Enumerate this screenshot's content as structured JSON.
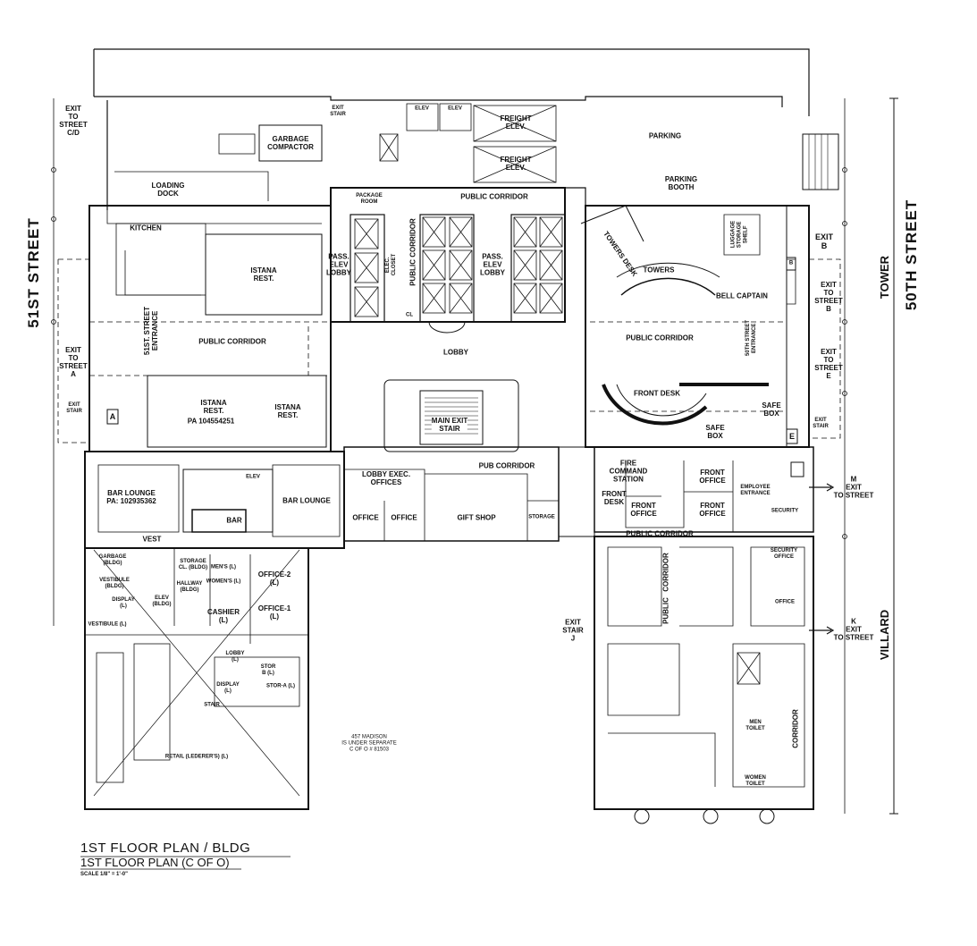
{
  "streets": {
    "west": "51ST STREET",
    "east": "50TH STREET",
    "tower": "TOWER",
    "villard": "VILLARD"
  },
  "exits": {
    "cd": "EXIT\nTO\nSTREET\nC/D",
    "a": "EXIT\nTO\nSTREET\nA",
    "west_stair": "EXIT\nSTAIR",
    "north_stair": "EXIT\nSTAIR",
    "b1": "EXIT\nB",
    "b2": "EXIT\nTO\nSTREET\nB",
    "e": "EXIT\nTO\nSTREET\nE",
    "east_stair": "EXIT\nSTAIR",
    "m": "M\nEXIT\nTO STREET",
    "k": "K\nEXIT\nTO STREET",
    "j": "EXIT\nSTAIR\nJ",
    "a_marker": "A",
    "e_marker": "E",
    "b_marker": "B"
  },
  "rooms": {
    "garbage_compactor": "GARBAGE\nCOMPACTOR",
    "loading_dock": "LOADING\nDOCK",
    "kitchen": "KITCHEN",
    "istana_rest_top": "ISTANA\nREST.",
    "package_room": "PACKAGE\nROOM",
    "pass_elev_lobby_1": "PASS.\nELEV\nLOBBY",
    "pass_elev_lobby_2": "PASS.\nELEV\nLOBBY",
    "public_corridor_vertical": "PUBLIC CORRIDOR",
    "elec_closet": "ELEC.\nCLOSET",
    "public_corridor_north": "PUBLIC CORRIDOR",
    "freight_elev_1": "FREIGHT\nELEV.",
    "freight_elev_2": "FREIGHT\nELEV.",
    "parking": "PARKING",
    "parking_booth": "PARKING\nBOOTH",
    "towers_desk": "TOWERS DESK",
    "towers": "TOWERS",
    "luggage_storage": "LUGGAGE\nSTORAGE\nSHELF",
    "bell_captain": "BELL CAPTAIN",
    "street_entrance_51": "51ST. STREET\nENTRANCE",
    "public_corridor_west": "PUBLIC CORRIDOR",
    "lobby": "LOBBY",
    "public_corridor_east": "PUBLIC CORRIDOR",
    "street_entrance_50": "50TH STREET\nENTRANCE",
    "istana_rest_left": "ISTANA\nREST.",
    "istana_pa": "PA 104554251",
    "istana_rest_right": "ISTANA\nREST.",
    "main_exit_stair": "MAIN EXIT\nSTAIR",
    "front_desk": "FRONT DESK",
    "safe_box_1": "SAFE\nBOX",
    "safe_box_2": "SAFE\nBOX",
    "bar_lounge_left": "BAR LOUNGE\nPA: 102935362",
    "bar_lounge_right": "BAR LOUNGE",
    "bar": "BAR",
    "vest": "VEST",
    "elev_small": "ELEV",
    "lobby_exec_offices": "LOBBY EXEC.\nOFFICES",
    "office_1": "OFFICE",
    "office_2": "OFFICE",
    "gift_shop": "GIFT SHOP",
    "storage": "STORAGE",
    "pub_corridor": "PUB CORRIDOR",
    "fire_command": "FIRE\nCOMMAND\nSTATION",
    "front_desk_small": "FRONT\nDESK",
    "front_office_1": "FRONT\nOFFICE",
    "front_office_2": "FRONT\nOFFICE",
    "front_office_3": "FRONT\nOFFICE",
    "employee_entrance": "EMPLOYEE\nENTRANCE",
    "security": "SECURITY",
    "security_office": "SECURITY\nOFFICE",
    "office_east": "OFFICE",
    "public_corridor_south": "PUBLIC CORRIDOR",
    "corridor_v": "CORRIDOR",
    "public_v": "PUBLIC",
    "corridor_east": "CORRIDOR",
    "men_toilet": "MEN\nTOILET",
    "women_toilet": "WOMEN\nTOILET",
    "garbage_bldg": "GARBAGE\n(BLDG)",
    "vestibule_bldg": "VESTIBULE\n(BLDG)",
    "display_l_1": "DISPLAY\n(L)",
    "vestibule_l": "VESTIBULE (L)",
    "storage_cl": "STORAGE\nCL. (BLDG)",
    "hallway": "HALLWAY\n(BLDG)",
    "mens_l": "MEN'S (L)",
    "womens_l": "WOMEN'S (L)",
    "office_2_l": "OFFICE-2\n(L)",
    "office_1_l": "OFFICE-1\n(L)",
    "cashier": "CASHIER\n(L)",
    "lobby_l": "LOBBY\n(L)",
    "stor_b": "STOR\nB (L)",
    "stor_a": "STOR-A (L)",
    "display_l_2": "DISPLAY\n(L)",
    "stair_l": "STAIR",
    "retail": "RETAIL (LEDERER'S) (L)",
    "separate_note": "457 MADISON\nIS UNDER SEPARATE\nC OF O # 81503",
    "cl": "CL",
    "elev_small_l": "ELEV\n(BLDG)",
    "elev_labels": [
      "ELEV",
      "ELEV"
    ]
  },
  "title": {
    "line1": "1ST FLOOR PLAN / BLDG",
    "line2": "1ST FLOOR PLAN (C OF O)",
    "scale": "SCALE 1/8\" = 1'-0\""
  }
}
